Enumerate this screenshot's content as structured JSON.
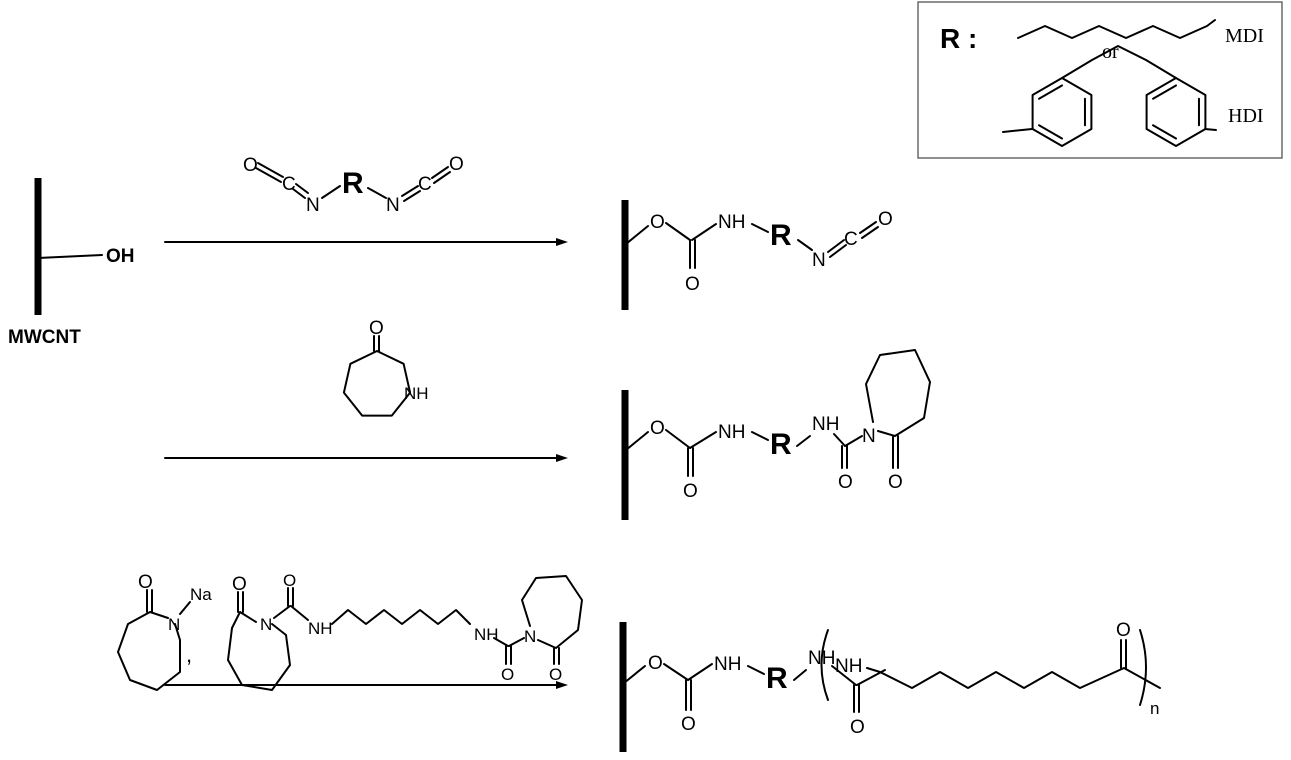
{
  "legend": {
    "r_label": "R :",
    "mdi": "MDI",
    "or": "or",
    "hdi": "HDI"
  },
  "substrate": {
    "oh": "OH",
    "name": "MWCNT"
  },
  "atoms": {
    "O": "O",
    "C": "C",
    "N": "N",
    "NH": "NH",
    "R": "R",
    "Na": "Na",
    "comma": ",",
    "n": "n"
  },
  "colors": {
    "ink": "#000000",
    "background": "#ffffff"
  }
}
